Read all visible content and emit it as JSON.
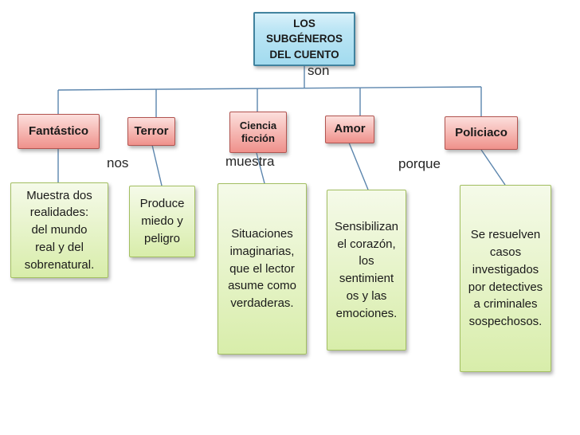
{
  "diagram": {
    "root": {
      "title": "LOS SUBGÉNEROS DEL CUENTO",
      "connector_label": "son"
    },
    "link_words": {
      "left": "nos",
      "middle": "muestra",
      "right": "porque"
    },
    "genres": [
      {
        "label": "Fantástico",
        "description": "Muestra dos realidades: del mundo real y del sobrenatural."
      },
      {
        "label": "Terror",
        "description": "Produce miedo y peligro"
      },
      {
        "label": "Ciencia ficción",
        "description": "Situaciones imaginarias, que el lector asume como verdaderas."
      },
      {
        "label": "Amor",
        "description": "Sensibilizan el corazón, los sentimient os y las emociones."
      },
      {
        "label": "Policiaco",
        "description": "Se resuelven casos investigados por detectives a criminales sospechosos."
      }
    ],
    "colors": {
      "root_fill_top": "#d9f1fa",
      "root_fill_mid": "#bde6f5",
      "root_fill_bottom": "#a2dbef",
      "root_border": "#41839f",
      "genre_fill_top": "#fcdfdc",
      "genre_fill_bottom": "#ef918b",
      "genre_border": "#b25450",
      "desc_fill_top": "#f5fae9",
      "desc_fill_bottom": "#d8edaa",
      "desc_border": "#a3bf62",
      "connector": "#5b85ad",
      "text": "#1a1a1a"
    }
  }
}
